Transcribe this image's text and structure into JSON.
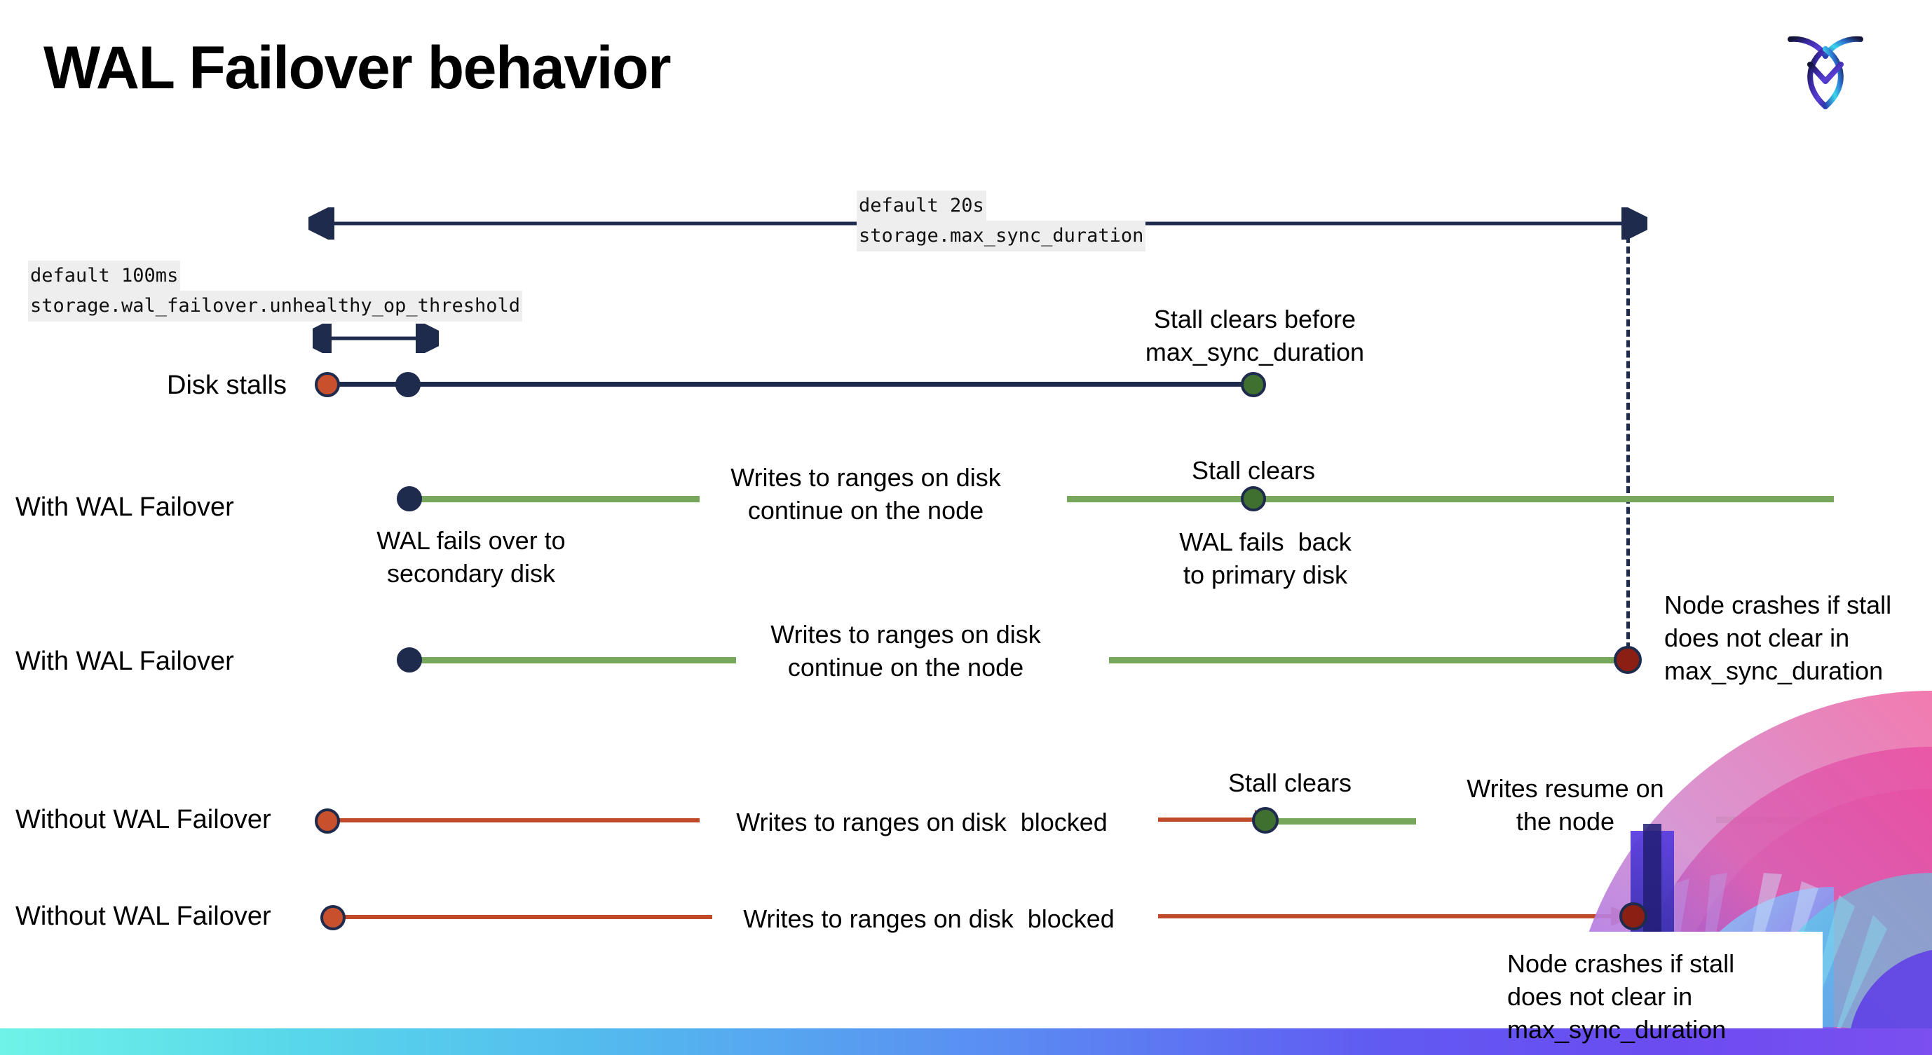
{
  "slide": {
    "title": "WAL Failover behavior",
    "logo_name": "cockroachdb-logo"
  },
  "settings": {
    "max_sync": {
      "default_label": "default 20s",
      "setting_name": "storage.max_sync_duration"
    },
    "unhealthy_threshold": {
      "default_label": "default 100ms",
      "setting_name": "storage.wal_failover.unhealthy_op_threshold"
    }
  },
  "rows": {
    "disk_stalls": {
      "label": "Disk stalls",
      "note": "Stall clears before\nmax_sync_duration"
    },
    "with_failover_1": {
      "label": "With WAL Failover",
      "note_start": "WAL fails over to\nsecondary disk",
      "note_mid": "Writes to ranges on disk\ncontinue on the node",
      "note_clear": "Stall clears",
      "note_back": "WAL fails  back\nto primary disk"
    },
    "with_failover_2": {
      "label": "With WAL Failover",
      "note_mid": "Writes to ranges on disk\ncontinue on the node",
      "note_crash": "Node crashes if stall\ndoes not clear in\nmax_sync_duration"
    },
    "without_failover_1": {
      "label": "Without WAL Failover",
      "note_blocked": "Writes to ranges on disk  blocked",
      "note_clear": "Stall clears",
      "note_resume": "Writes resume on\nthe node"
    },
    "without_failover_2": {
      "label": "Without WAL Failover",
      "note_blocked": "Writes to ranges on disk  blocked",
      "note_crash": "Node crashes if stall\ndoes not clear in\nmax_sync_duration"
    }
  },
  "colors": {
    "navy": "#1e2b4d",
    "orange": "#c8502c",
    "orange_line": "#c0492a",
    "green_line": "#76a75b",
    "green_dot": "#3f7030",
    "dark_red": "#8c1f14",
    "code_bg": "#eeeeee"
  }
}
